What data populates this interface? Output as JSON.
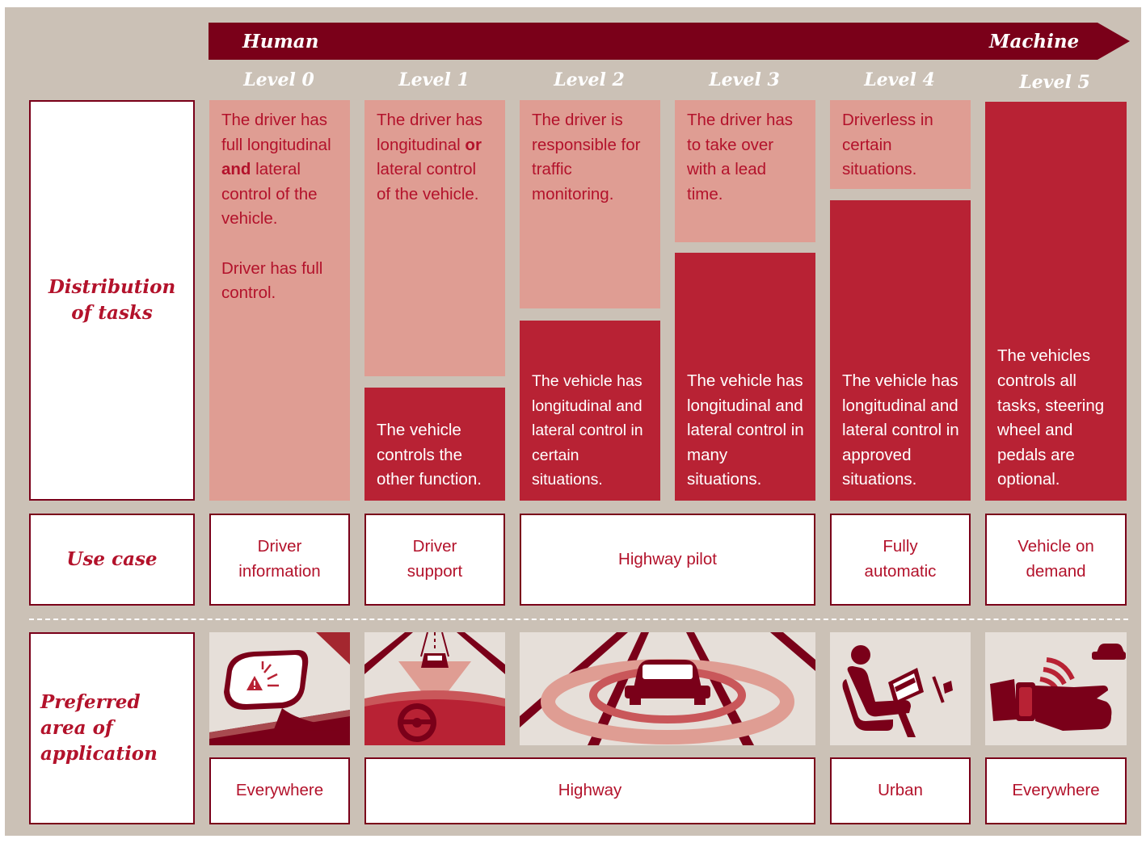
{
  "arrow": {
    "left_label": "Human",
    "right_label": "Machine"
  },
  "levels": [
    "Level 0",
    "Level 1",
    "Level 2",
    "Level 3",
    "Level 4",
    "Level 5"
  ],
  "row_labels": {
    "distribution_line1": "Distribution",
    "distribution_line2": "of tasks",
    "use_case": "Use case",
    "area_line1": "Preferred",
    "area_line2": "area of",
    "area_line3": "application"
  },
  "driver_tasks": {
    "l0_pre": "The driver has full longitudinal ",
    "l0_bold": "and",
    "l0_post": " lateral control of the vehicle.",
    "l0_extra": "Driver has full control.",
    "l1_pre": "The driver has longitudinal ",
    "l1_bold": "or",
    "l1_post": " lateral control of the vehicle.",
    "l2": "The driver is responsible for traffic monitoring.",
    "l3": "The driver has to take over with a lead time.",
    "l4": "Driverless in certain situations."
  },
  "vehicle_tasks": {
    "l1": "The vehicle controls the other function.",
    "l2": "The vehicle has longitudinal and lateral control in certain situations.",
    "l3": "The vehicle has longitudinal and lateral control in many situations.",
    "l4": "The vehicle has longitudinal and lateral control in approved situations.",
    "l5": "The vehicles controls all tasks, steering wheel and pedals are optional."
  },
  "use_cases": [
    "Driver information",
    "Driver support",
    "Highway pilot",
    "Fully automatic",
    "Vehicle on demand"
  ],
  "areas": [
    "Everywhere",
    "Highway",
    "Urban",
    "Everywhere"
  ],
  "icons": [
    "side-mirror-warning-icon",
    "lane-keeping-radar-icon",
    "highway-sensor-car-icon",
    "driver-reading-icon",
    "smartwatch-car-call-icon"
  ],
  "colors": {
    "background": "#cbc1b6",
    "dark_red": "#7a0019",
    "red": "#b82234",
    "pink": "#df9d93",
    "text_red": "#b3122b"
  }
}
